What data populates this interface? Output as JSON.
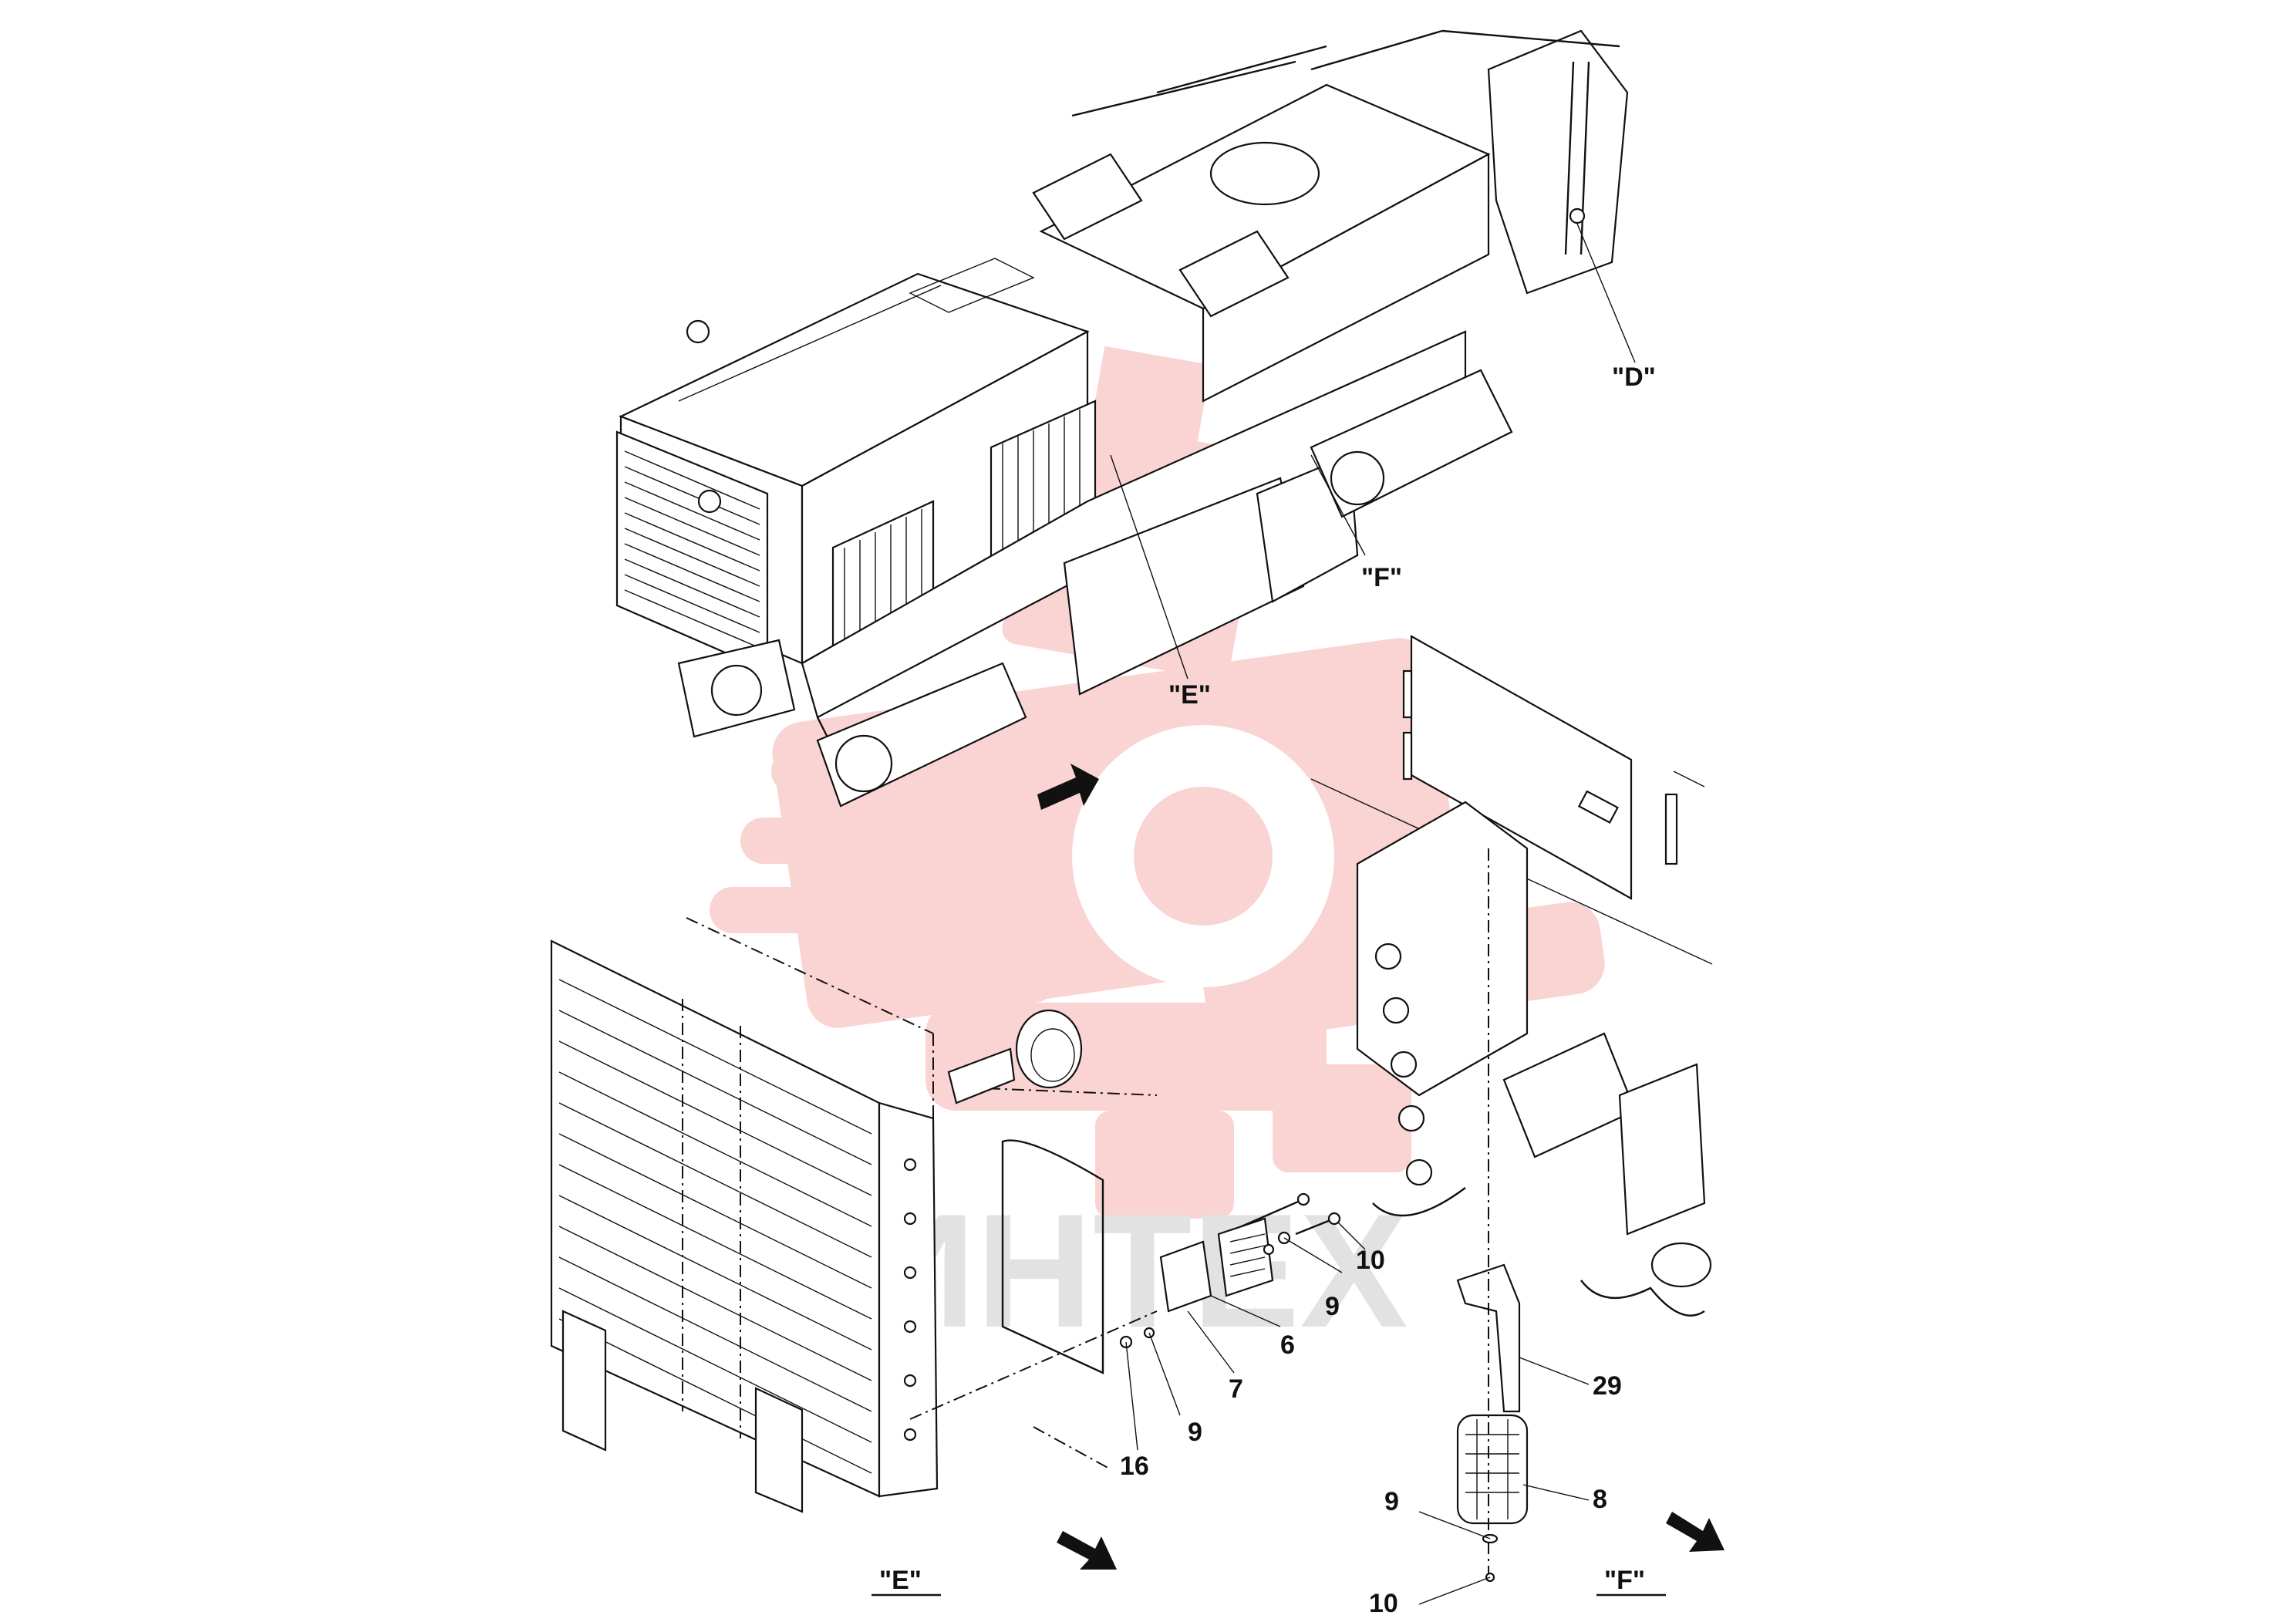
{
  "views": {
    "e": {
      "title": "\"E\""
    },
    "f": {
      "title": "\"F\""
    }
  },
  "callouts": {
    "d": "\"D\"",
    "e": "\"E\"",
    "f": "\"F\""
  },
  "parts": {
    "p6": "6",
    "p7": "7",
    "p8": "8",
    "p9a": "9",
    "p9b": "9",
    "p9c": "9",
    "p10a": "10",
    "p10b": "10",
    "p16": "16",
    "p29": "29"
  },
  "watermark": {
    "text": "ИНТЕХ",
    "color": "#f4b2b2"
  }
}
